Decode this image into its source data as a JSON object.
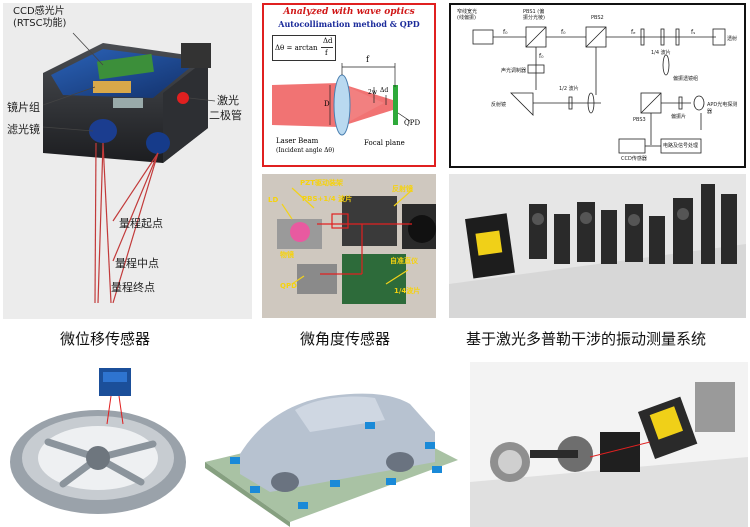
{
  "panels": {
    "sensor": {
      "labels": {
        "ccd": "CCD感光片",
        "rtsc": "(RTSC功能)",
        "lens_group": "镜片组",
        "filter": "滤光镜",
        "laser_diode_1": "激光",
        "laser_diode_2": "二极管",
        "range_start": "量程起点",
        "range_mid": "量程中点",
        "range_end": "量程终点"
      }
    },
    "optics": {
      "title": "Analyzed with wave optics",
      "subtitle": "Autocollimation method & QPD",
      "formula_lhs": "Δθ = arctan",
      "formula_num": "Δd",
      "formula_den": "f",
      "label_f": "f",
      "label_d": "D",
      "label_2w": "2w",
      "label_dd": "Δd",
      "label_qpd": "QPD",
      "laser_beam": "Laser Beam",
      "incident": "(Incident angle  Δθ)",
      "focal_plane": "Focal plane"
    },
    "interferometer": {
      "labels": [
        "窄线宽光",
        "(线偏振)",
        "PBS1 (偏",
        "振分光棱)",
        "PBS2",
        "反射镜",
        "声光调制器",
        "1/2 波片",
        "1/4 波片",
        "偏振透镜组",
        "PBS3",
        "偏振片",
        "APD光电探测器",
        "CCD传感器",
        "电路及信号处理",
        "透射",
        "f₀",
        "f₀",
        "f₀",
        "fₛ",
        "fₑ"
      ]
    },
    "qpd_photo": {
      "labels": [
        "PZT驱动装架",
        "反射镜",
        "LD",
        "PBS+1/4 波片",
        "物镜",
        "自准直仪",
        "QPD",
        "1/4波片"
      ]
    }
  },
  "captions": {
    "c1": "微位移传感器",
    "c2": "微角度传感器",
    "c3": "基于激光多普勒干涉的振动测量系统"
  }
}
